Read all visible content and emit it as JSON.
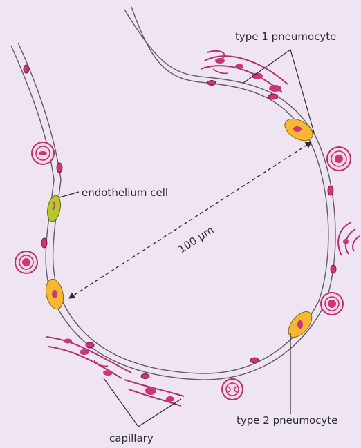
{
  "labels": {
    "type1": "type 1 pneumocyte",
    "endothelium": "endothelium cell",
    "scale": "100 µm",
    "type2": "type 2 pneumocyte",
    "capillary": "capillary"
  },
  "colors": {
    "background": "#efe4f2",
    "wall": "#5e5e5e",
    "capillary": "#b5306e",
    "capillary_light": "#e7a9c7",
    "type2_cell": "#f6b733",
    "endothelium_cell": "#b9c72a",
    "line": "#2b2b2b"
  }
}
